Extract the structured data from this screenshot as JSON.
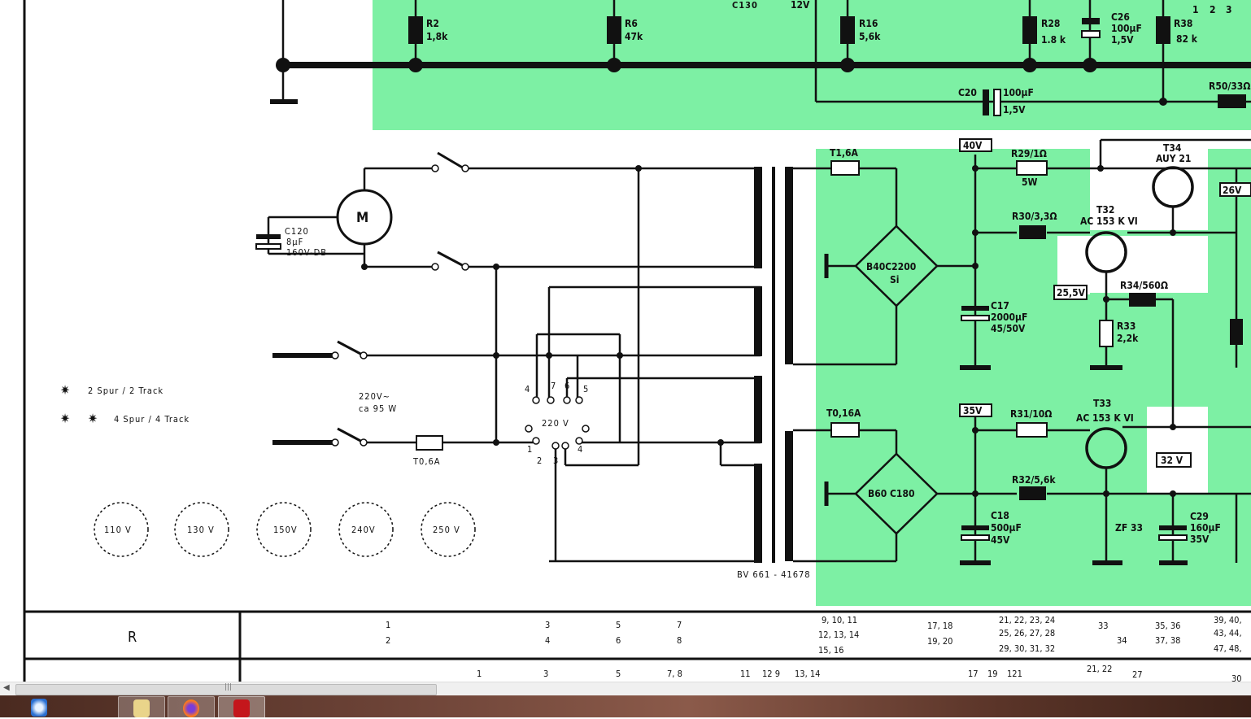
{
  "schematic": {
    "top_labels": [
      "R2",
      "1,8k",
      "R6",
      "47k",
      "C130",
      "12V",
      "R16",
      "5,6k",
      "R28",
      "1.8 k",
      "C26",
      "100µF",
      "1,5V",
      "R38",
      "82 k",
      "1",
      "2",
      "3",
      "C20",
      "100µF",
      "1,5V",
      "R50/33Ω"
    ],
    "motor": {
      "label": "M",
      "cap": [
        "C120",
        "8µF",
        "160V-DB"
      ]
    },
    "mains": [
      "220V~",
      "ca 95 W"
    ],
    "fuse_main": "T0,6A",
    "selector": {
      "label": "220 V",
      "pins": [
        "4",
        "7",
        "6",
        "5",
        "1",
        "2",
        "3",
        "4"
      ]
    },
    "legend": [
      "2 Spur / 2 Track",
      "4 Spur / 4 Track"
    ],
    "voltage_options": [
      "110 V",
      "130 V",
      "150V",
      "240V",
      "250 V"
    ],
    "part_number": "BV 661 - 41678",
    "power_labels": [
      "T1,6A",
      "40V",
      "R29/1Ω",
      "5W",
      "T34",
      "AUY 21",
      "26V",
      "T32",
      "AC 153 K VI",
      "R30/3,3Ω",
      "B40C2200",
      "Si",
      "25,5V",
      "R34/560Ω",
      "C17",
      "2000µF",
      "45/50V",
      "R33",
      "2,2k",
      "T0,16A",
      "35V",
      "R31/10Ω",
      "T33",
      "AC 153 K VI",
      "32 V",
      "B60 C180",
      "R32/5,6k",
      "C18",
      "500µF",
      "45V",
      "ZF 33",
      "C29",
      "160µF",
      "35V"
    ]
  },
  "table": {
    "row_header": "R",
    "row1": [
      "1",
      "2",
      "3",
      "4",
      "5",
      "6",
      "7",
      "8",
      "9, 10, 11",
      "12, 13, 14",
      "15, 16",
      "17, 18",
      "19, 20",
      "21, 22, 23, 24",
      "25, 26, 27, 28",
      "29, 30, 31, 32",
      "33",
      "34",
      "35, 36",
      "37, 38",
      "39, 40,",
      "43, 44,",
      "47, 48,"
    ],
    "row2": [
      "1",
      "3",
      "5",
      "7, 8",
      "11",
      "12 9",
      "13, 14",
      "17",
      "19",
      "121",
      "21, 22",
      "27",
      "30"
    ]
  },
  "colors": {
    "highlight": "#7df0a4",
    "ink": "#111111"
  }
}
